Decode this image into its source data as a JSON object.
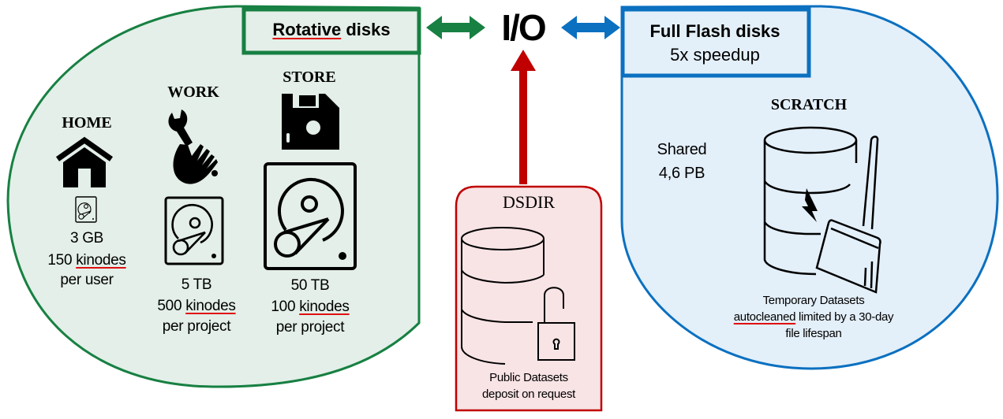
{
  "io_label": "I/O",
  "colors": {
    "rotative_border": "#178042",
    "rotative_fill": "#e3efe8",
    "flash_border": "#0b70c0",
    "flash_fill": "#e3eff9",
    "dsdir_border": "#c00000",
    "dsdir_fill": "#f8e3e5",
    "arrow_red": "#c00000"
  },
  "rotative": {
    "title_word1": "Rotative",
    "title_word2": "disks",
    "spaces": [
      {
        "name": "HOME",
        "icon": "house-icon",
        "disk_icon": "hard-disk-icon",
        "size": "3 GB",
        "inodes_num": "150",
        "inodes_word": "kinodes",
        "scope": "per user"
      },
      {
        "name": "WORK",
        "icon": "wrench-hand-icon",
        "disk_icon": "hard-disk-icon",
        "size": "5 TB",
        "inodes_num": "500",
        "inodes_word": "kinodes",
        "scope": "per project"
      },
      {
        "name": "STORE",
        "icon": "floppy-disk-icon",
        "disk_icon": "hard-disk-icon",
        "size": "50 TB",
        "inodes_num": "100",
        "inodes_word": "kinodes",
        "scope": "per project"
      }
    ]
  },
  "flash": {
    "title": "Full Flash disks",
    "subtitle": "5x speedup",
    "space": {
      "name": "SCRATCH",
      "shared_label": "Shared",
      "size": "4,6 PB",
      "icon": "database-lightning-broom-icon",
      "desc_line1": "Temporary Datasets",
      "desc_line2_underlined": "autocleaned",
      "desc_line2_rest": " limited by a 30-day",
      "desc_line3": "file lifespan"
    }
  },
  "dsdir": {
    "name": "DSDIR",
    "icon": "database-unlocked-icon",
    "desc_line1": "Public Datasets",
    "desc_line2": "deposit on request"
  }
}
